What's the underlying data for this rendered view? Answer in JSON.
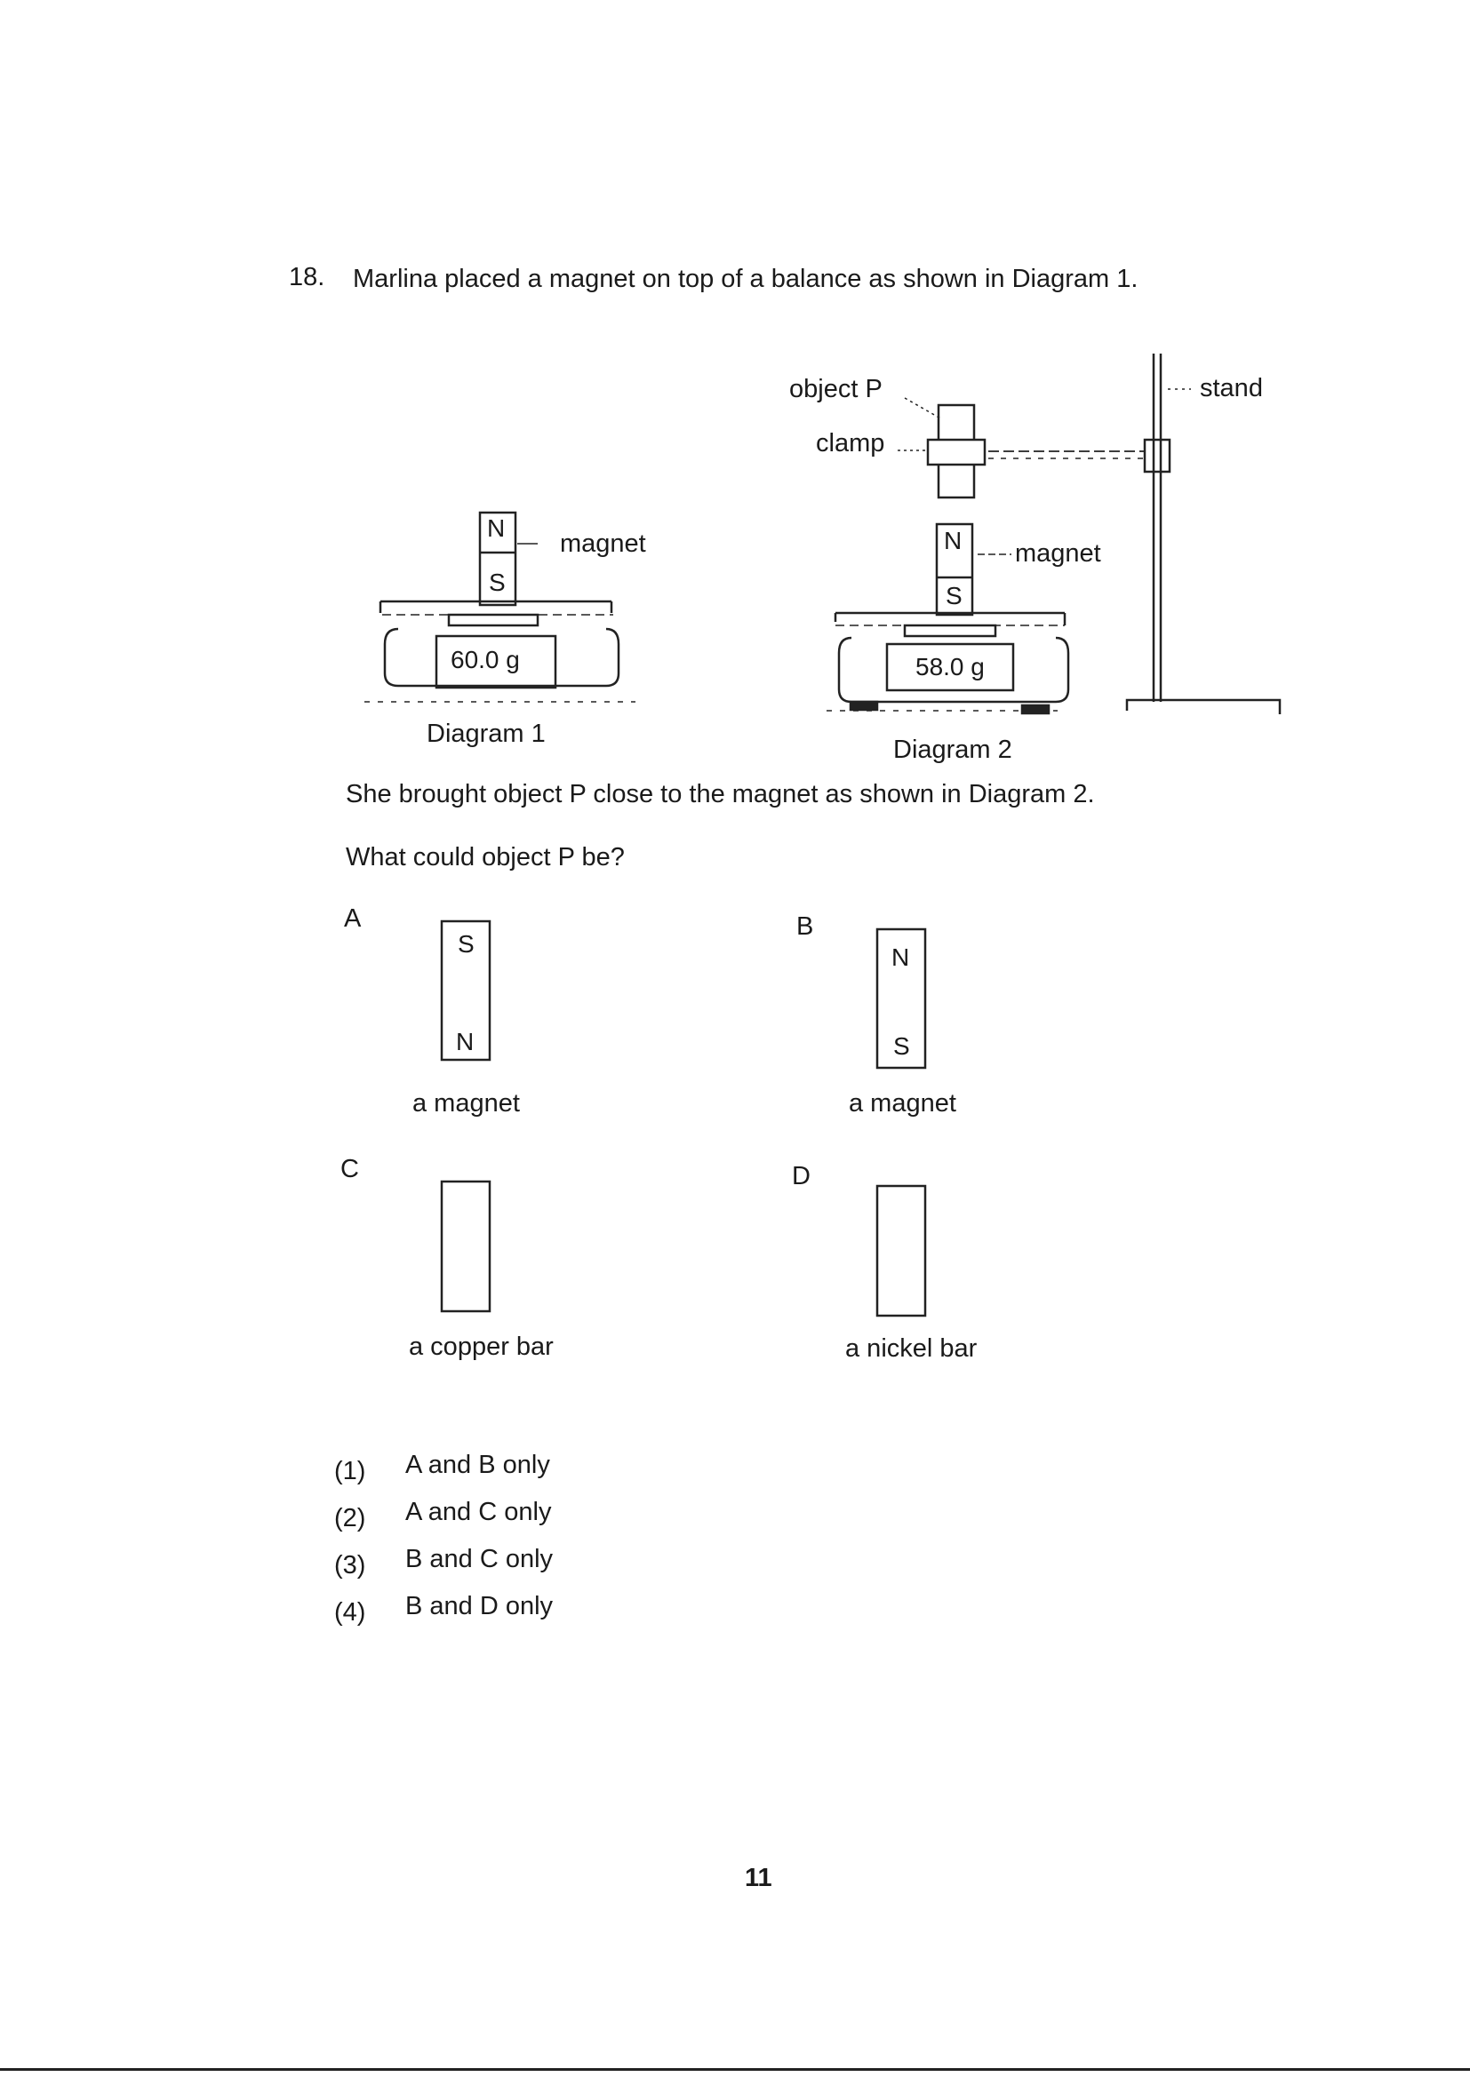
{
  "question": {
    "number": "18.",
    "stem": "Marlina placed a magnet on top of a balance as shown in Diagram 1.",
    "followup": "She brought object P close to the magnet as shown in Diagram 2.",
    "prompt": "What could object P be?"
  },
  "diagram1": {
    "caption": "Diagram 1",
    "magnet_label": "magnet",
    "pole_top": "N",
    "pole_bottom": "S",
    "reading": "60.0 g"
  },
  "diagram2": {
    "caption": "Diagram 2",
    "object_label": "object P",
    "clamp_label": "clamp",
    "stand_label": "stand",
    "magnet_label": "magnet",
    "pole_top": "N",
    "pole_bottom": "S",
    "reading": "58.0 g"
  },
  "options": [
    {
      "letter": "A",
      "top": "S",
      "bottom": "N",
      "caption": "a magnet"
    },
    {
      "letter": "B",
      "top": "N",
      "bottom": "S",
      "caption": "a magnet"
    },
    {
      "letter": "C",
      "top": "",
      "bottom": "",
      "caption": "a copper bar"
    },
    {
      "letter": "D",
      "top": "",
      "bottom": "",
      "caption": "a nickel bar"
    }
  ],
  "answers": [
    {
      "num": "(1)",
      "text": "A and B only"
    },
    {
      "num": "(2)",
      "text": "A and C only"
    },
    {
      "num": "(3)",
      "text": "B and C only"
    },
    {
      "num": "(4)",
      "text": "B and D only"
    }
  ],
  "page_number": "11"
}
